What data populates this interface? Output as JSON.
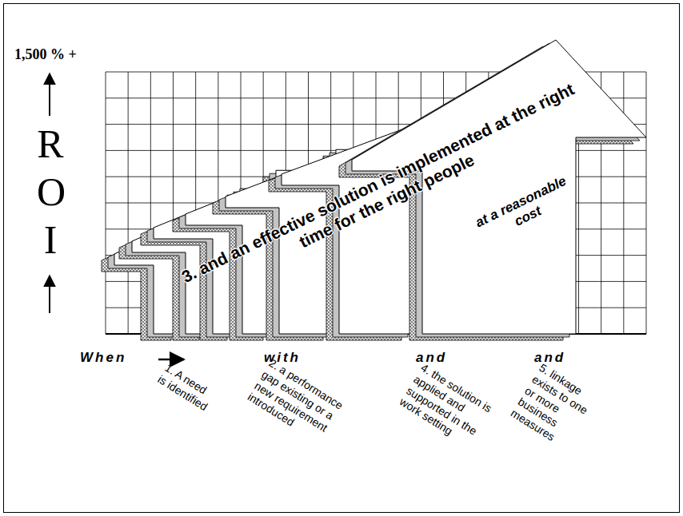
{
  "diagram": {
    "labels": [
      "1,500 % +",
      "ROI",
      "3. and an effective solution is implemented at the right time for the right people",
      "at a reasonable cost",
      "When",
      "1. A need is identified",
      "with",
      "2. a performance gap existing or a new requirement introduced",
      "and",
      "4. the solution is applied and supported in the work setting",
      "and",
      "5. linkage exists to one or more business measures"
    ]
  }
}
